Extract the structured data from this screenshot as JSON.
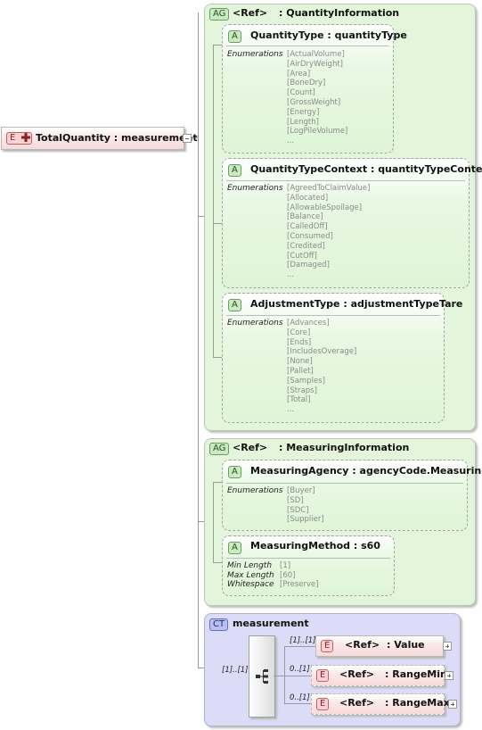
{
  "root": {
    "badge": "E",
    "name": "TotalQuantity : measurement"
  },
  "group_quantity": {
    "badge": "AG",
    "ref_tag": "<Ref>",
    "name": ": QuantityInformation",
    "attributes": [
      {
        "badge": "A",
        "name": "QuantityType : quantityType",
        "facet_label": "Enumerations",
        "values": [
          "[ActualVolume]",
          "[AirDryWeight]",
          "[Area]",
          "[BoneDry]",
          "[Count]",
          "[GrossWeight]",
          "[Energy]",
          "[Length]",
          "[LogPileVolume]",
          "..."
        ]
      },
      {
        "badge": "A",
        "name": "QuantityTypeContext : quantityTypeContext",
        "facet_label": "Enumerations",
        "values": [
          "[AgreedToClaimValue]",
          "[Allocated]",
          "[AllowableSpoilage]",
          "[Balance]",
          "[CalledOff]",
          "[Consumed]",
          "[Credited]",
          "[CutOff]",
          "[Damaged]",
          "..."
        ]
      },
      {
        "badge": "A",
        "name": "AdjustmentType : adjustmentTypeTare",
        "facet_label": "Enumerations",
        "values": [
          "[Advances]",
          "[Core]",
          "[Ends]",
          "[IncludesOverage]",
          "[None]",
          "[Pallet]",
          "[Samples]",
          "[Straps]",
          "[Total]",
          "..."
        ]
      }
    ]
  },
  "group_measuring": {
    "badge": "AG",
    "ref_tag": "<Ref>",
    "name": ": MeasuringInformation",
    "attributes": [
      {
        "badge": "A",
        "name": "MeasuringAgency : agencyCode.Measuring",
        "facet_label": "Enumerations",
        "values": [
          "[Buyer]",
          "[SD]",
          "[SDC]",
          "[Supplier]"
        ]
      },
      {
        "badge": "A",
        "name": "MeasuringMethod : s60",
        "facets": [
          {
            "label": "Min Length",
            "value": "[1]"
          },
          {
            "label": "Max Length",
            "value": "[60]"
          },
          {
            "label": "Whitespace",
            "value": "[Preserve]"
          }
        ]
      }
    ]
  },
  "complex_type": {
    "badge": "CT",
    "name": "measurement",
    "cardinality": "[1]..[1]",
    "elements": [
      {
        "badge": "E",
        "ref_tag": "<Ref>",
        "name": ": Value",
        "cardinality": "[1]..[1]"
      },
      {
        "badge": "E",
        "ref_tag": "<Ref>",
        "name": ": RangeMin",
        "cardinality": "0..[1]"
      },
      {
        "badge": "E",
        "ref_tag": "<Ref>",
        "name": ": RangeMax",
        "cardinality": "0..[1]"
      }
    ]
  }
}
